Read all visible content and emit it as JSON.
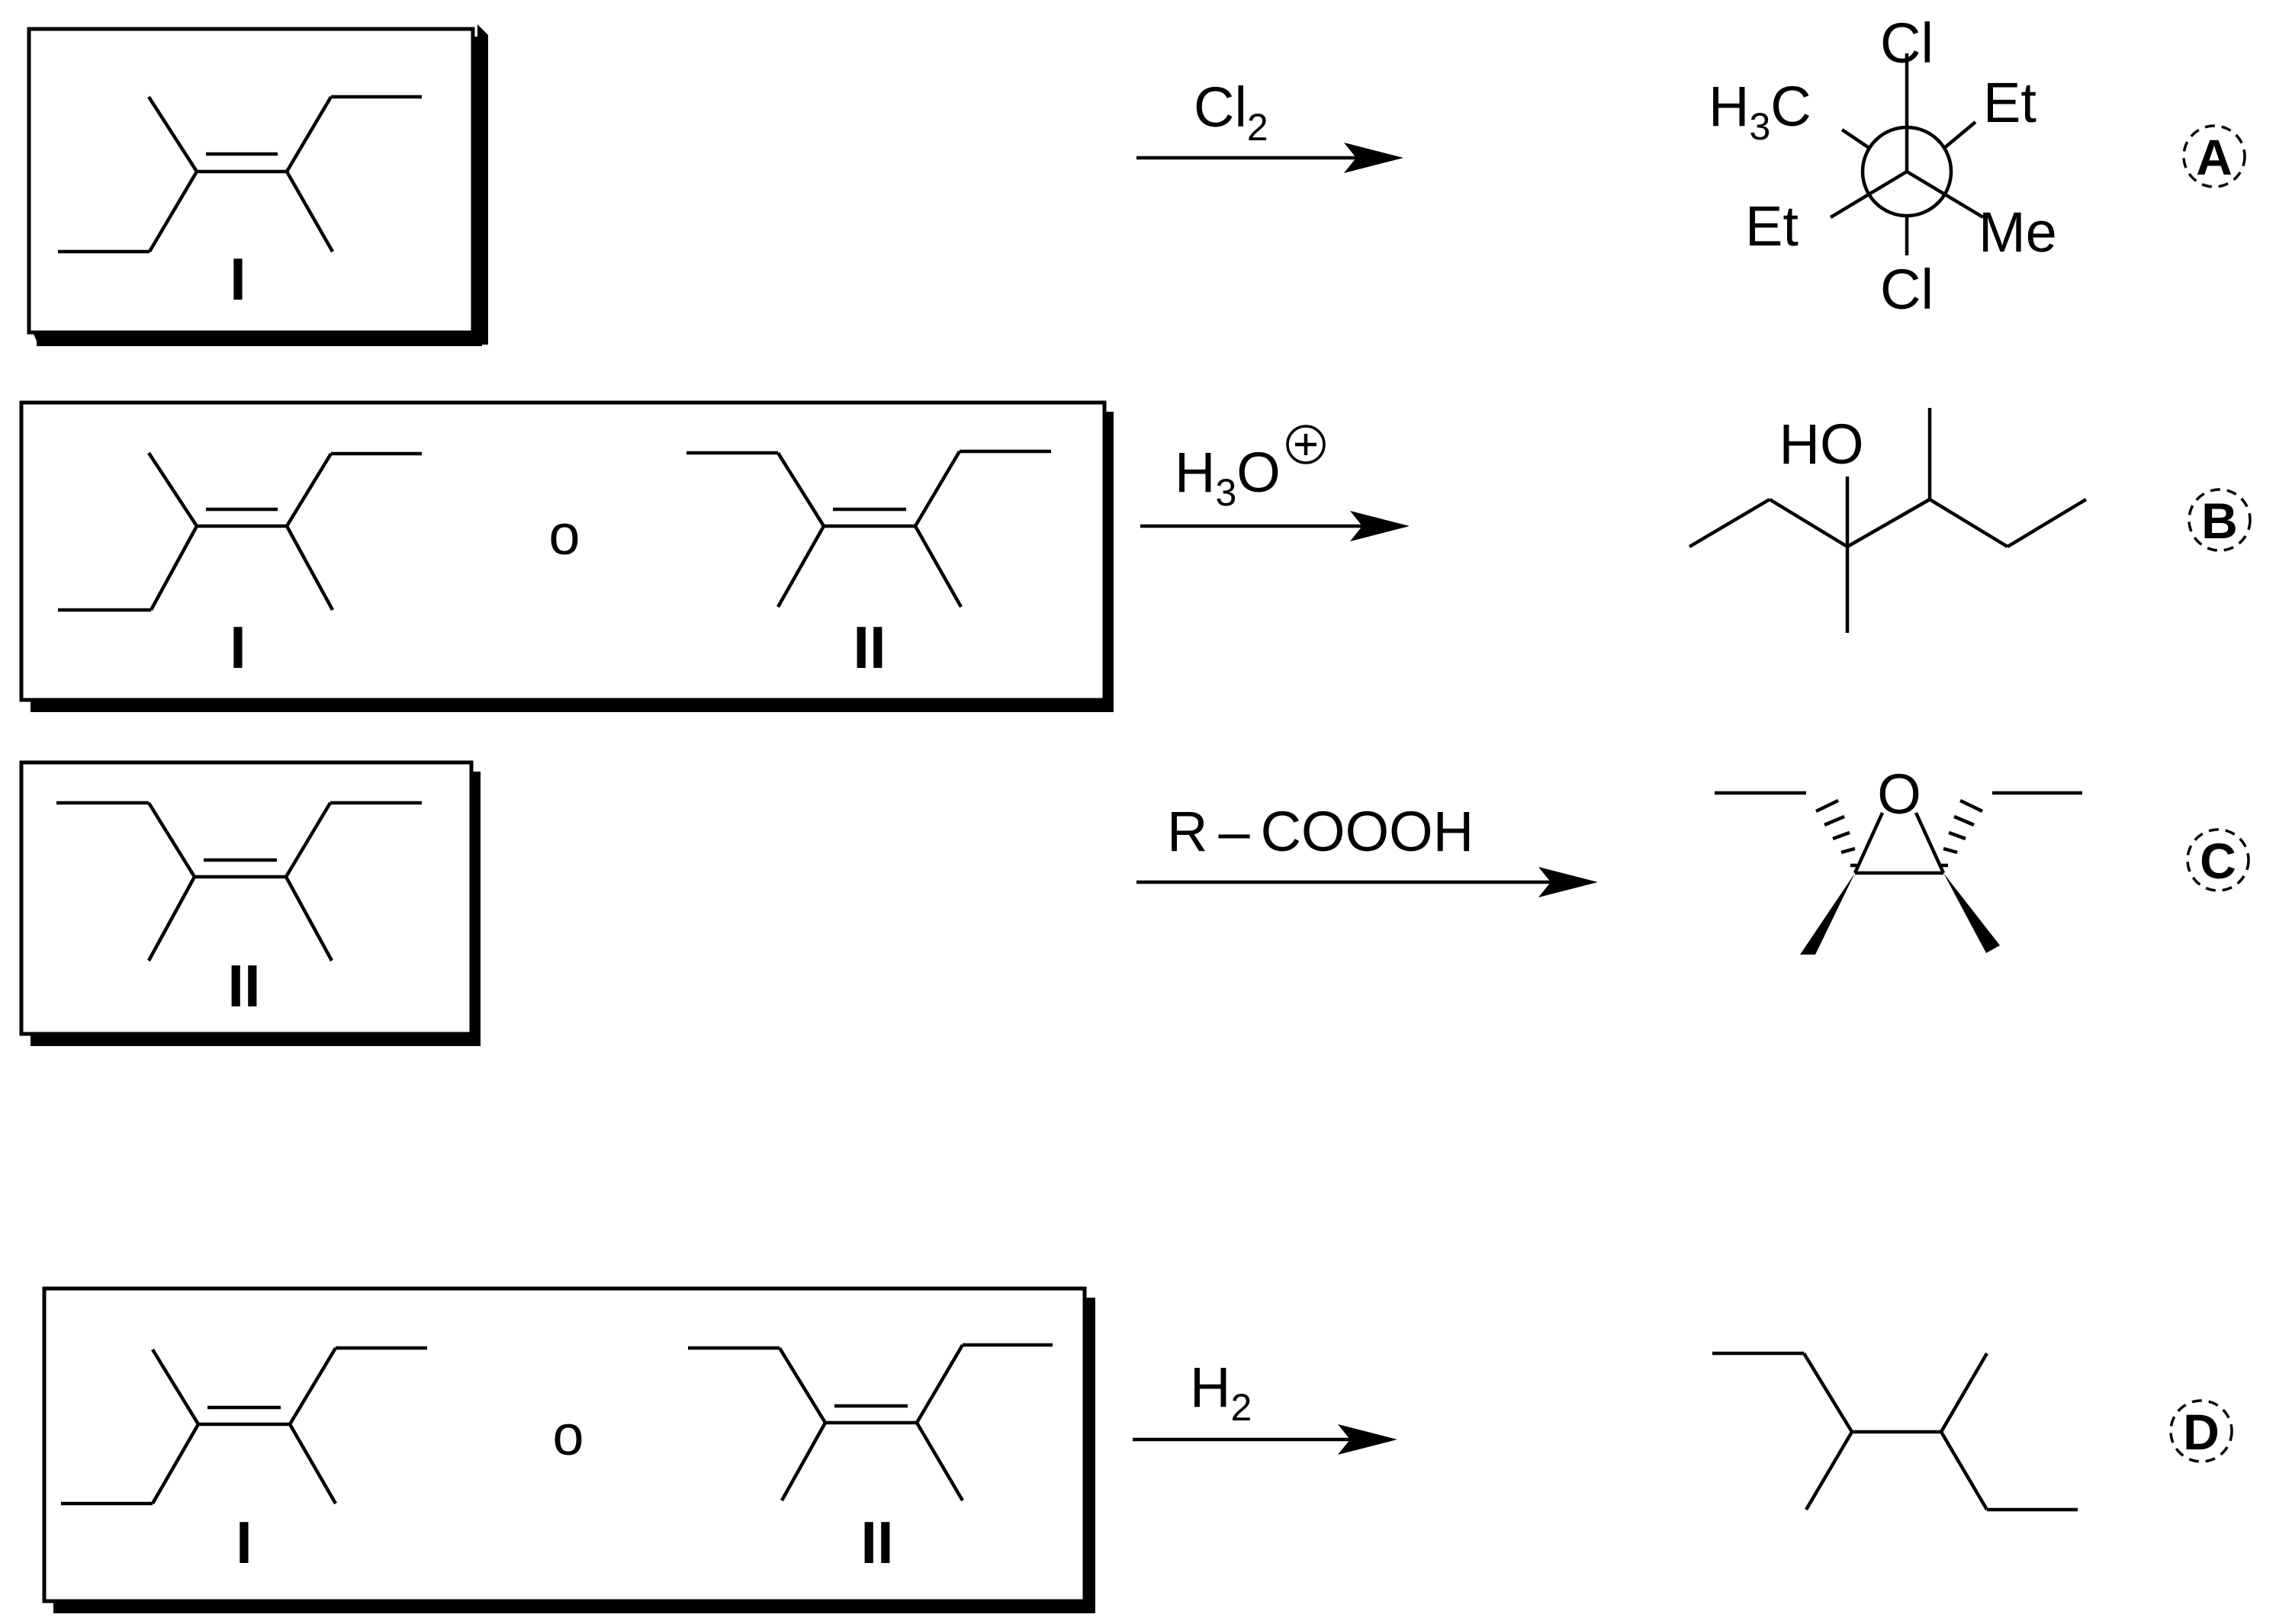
{
  "reactions": [
    {
      "reactant_labels": [
        "I"
      ],
      "connector": "",
      "reagent_main": "Cl",
      "reagent_sub": "2",
      "product_tag": "A",
      "product_labels": {
        "top": "Cl",
        "bottom": "Cl",
        "top_left": "H",
        "top_left_sub": "3",
        "top_left_end": "C",
        "top_right": "Et",
        "bottom_left": "Et",
        "bottom_right": "Me"
      }
    },
    {
      "reactant_labels": [
        "I",
        "II"
      ],
      "connector": "o",
      "reagent_main": "H",
      "reagent_sub": "3",
      "reagent_end": "O",
      "reagent_charge": "+",
      "product_tag": "B",
      "product_labels": {
        "oh": "HO"
      }
    },
    {
      "reactant_labels": [
        "II"
      ],
      "connector": "",
      "reagent_main": "R",
      "reagent_dash": "–",
      "reagent_end": "COOOH",
      "product_tag": "C",
      "product_labels": {
        "oxygen": "O"
      }
    },
    {
      "reactant_labels": [
        "I",
        "II"
      ],
      "connector": "o",
      "reagent_main": "H",
      "reagent_sub": "2",
      "product_tag": "D",
      "product_labels": {}
    }
  ]
}
